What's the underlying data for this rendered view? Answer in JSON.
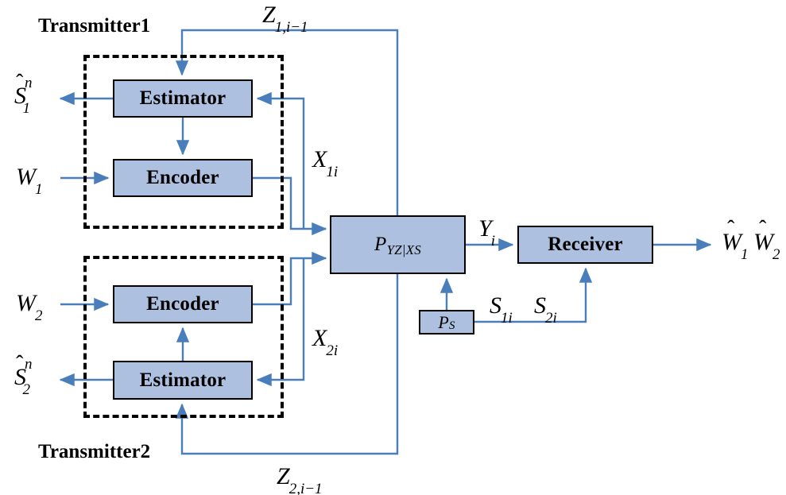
{
  "figure": {
    "type": "block-diagram",
    "title": "Two-transmitter state-dependent multiple access channel with generalized feedback",
    "background_color": "#ffffff",
    "block_fill_color": "#adc0e0",
    "block_border_color": "#000000",
    "wire_color": "#4a7ebb",
    "dashed_border_color": "#000000"
  },
  "groups": [
    {
      "id": "transmitter1",
      "label": "Transmitter1"
    },
    {
      "id": "transmitter2",
      "label": "Transmitter2"
    }
  ],
  "blocks": [
    {
      "id": "estimator1",
      "label": "Estimator",
      "group": "transmitter1"
    },
    {
      "id": "encoder1",
      "label": "Encoder",
      "group": "transmitter1"
    },
    {
      "id": "encoder2",
      "label": "Encoder",
      "group": "transmitter2"
    },
    {
      "id": "estimator2",
      "label": "Estimator",
      "group": "transmitter2"
    },
    {
      "id": "channel",
      "label": "P",
      "sub": "YZ|XS",
      "group": "channel"
    },
    {
      "id": "receiver",
      "label": "Receiver",
      "group": "receiver"
    },
    {
      "id": "state",
      "label": "P",
      "sub": "S",
      "group": "state"
    }
  ],
  "signals": {
    "s1_hat": {
      "base": "S",
      "hat": true,
      "sub": "1",
      "sup": "n"
    },
    "s2_hat": {
      "base": "S",
      "hat": true,
      "sub": "2",
      "sup": "n"
    },
    "w1": {
      "base": "W",
      "sub": "1"
    },
    "w2": {
      "base": "W",
      "sub": "2"
    },
    "x1i": {
      "base": "X",
      "sub": "1i"
    },
    "x2i": {
      "base": "X",
      "sub": "2i"
    },
    "z1": {
      "base": "Z",
      "sub": "1,i−1"
    },
    "z2": {
      "base": "Z",
      "sub": "2,i−1"
    },
    "yi": {
      "base": "Y",
      "sub": "i"
    },
    "s1i": {
      "base": "S",
      "sub": "1i"
    },
    "s2i": {
      "base": "S",
      "sub": "2i"
    },
    "w1_hat": {
      "base": "W",
      "hat": true,
      "sub": "1"
    },
    "w2_hat": {
      "base": "W",
      "hat": true,
      "sub": "2"
    }
  },
  "labels": {
    "transmitter1": "Transmitter1",
    "transmitter2": "Transmitter2",
    "estimator": "Estimator",
    "encoder": "Encoder",
    "receiver": "Receiver",
    "channel_base": "P",
    "channel_sub": "YZ|XS",
    "state_base": "P",
    "state_sub": "S",
    "S": "S",
    "W": "W",
    "X": "X",
    "Y": "Y",
    "Z": "Z",
    "hat": "ˆ",
    "sub_1": "1",
    "sub_2": "2",
    "sub_n": "n",
    "sub_i": "i",
    "sub_1i": "1i",
    "sub_2i": "2i",
    "sub_z1": "1,i−1",
    "sub_z2": "2,i−1"
  }
}
